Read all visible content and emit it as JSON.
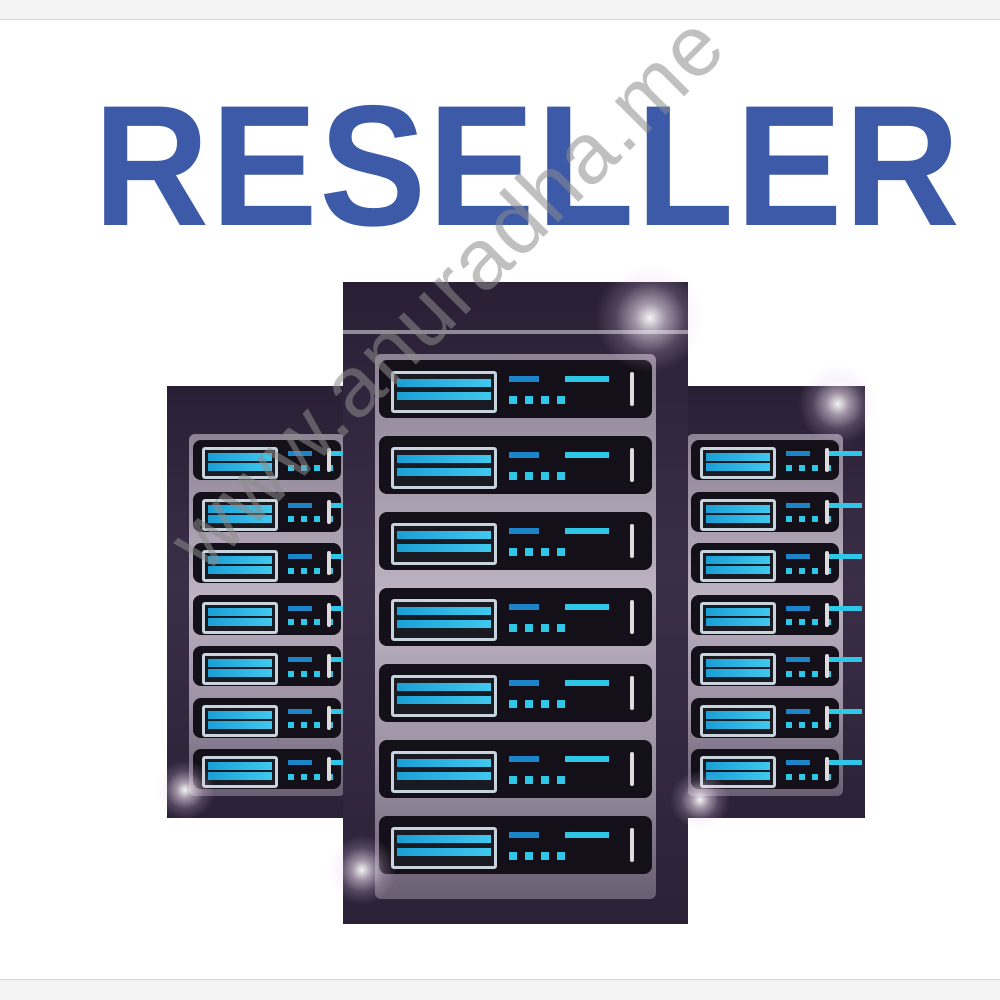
{
  "headline": {
    "text": "RESELLER",
    "color": "#3c5aa8"
  },
  "watermark": {
    "text": "www.anuradha.me"
  },
  "illustration": {
    "icon": "server-rack-icon",
    "rack_count": 3,
    "colors": {
      "cabinet": "#2a1f35",
      "panel": "#bdb3c2",
      "drive_slot": "#1a9fd6",
      "status_led": "#2ec7e8"
    }
  }
}
